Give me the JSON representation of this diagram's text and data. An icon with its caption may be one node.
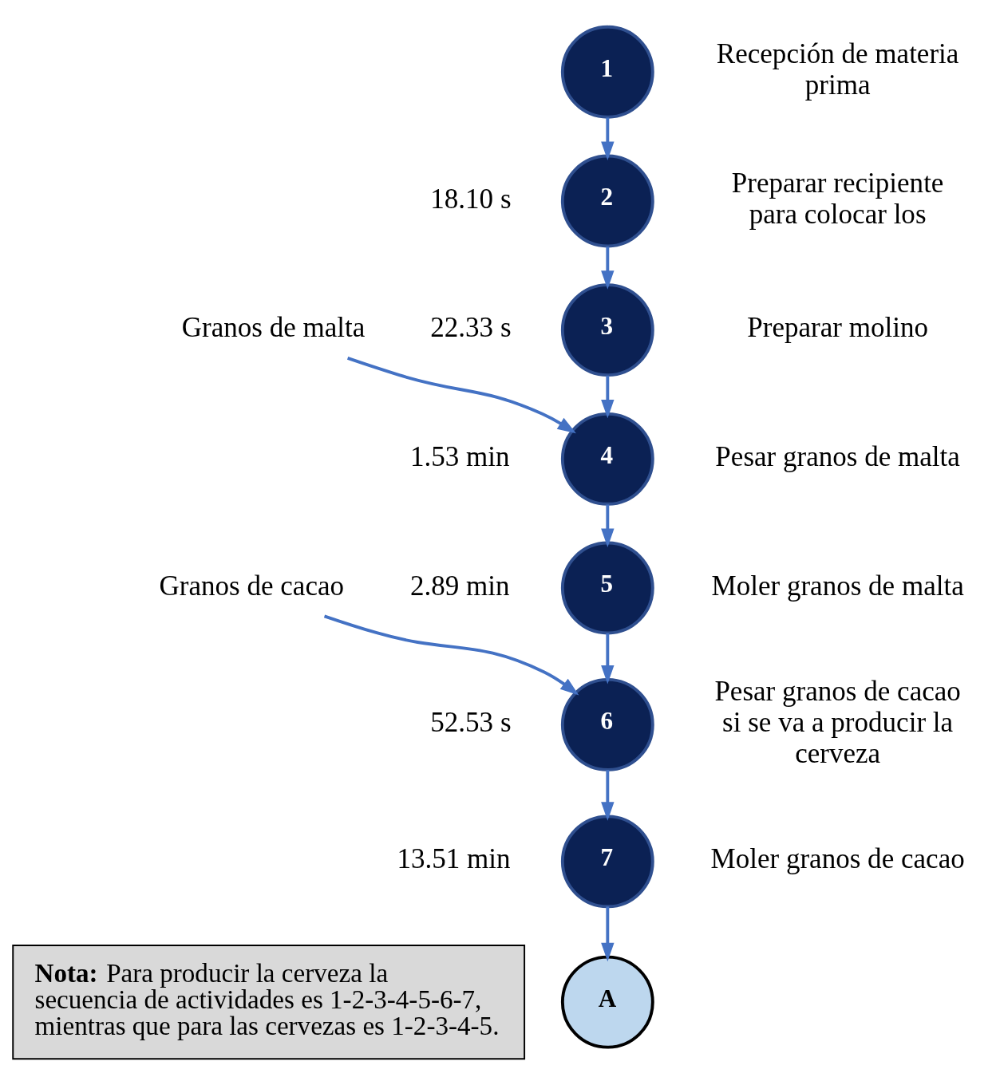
{
  "diagram": {
    "nodes": [
      {
        "text": [
          "Granos de cacao"
        ]
      },
      {
        "text": [
          "Granos de malta"
        ]
      },
      {
        "text": [
          "1"
        ],
        "beside": [
          "Recepción de materia prima"
        ]
      },
      {
        "text": [
          "2"
        ],
        "beside": [
          "18.10 s",
          "Preparar recipiente para colocar los"
        ]
      },
      {
        "text": [
          "3"
        ],
        "beside": [
          "22.33 s",
          "Preparar molino"
        ]
      },
      {
        "text": [
          "4"
        ],
        "beside": [
          "1.53 min",
          "Pesar granos de malta"
        ]
      },
      {
        "text": [
          "5"
        ],
        "beside": [
          "2.89 min",
          "Moler granos de malta"
        ]
      },
      {
        "text": [
          "6"
        ],
        "beside": [
          "52.53 s",
          "Pesar granos de cacao si se va a producir la cerveza"
        ]
      },
      {
        "text": [
          "7"
        ],
        "beside": [
          "13.51 min",
          "Moler granos de cacao"
        ]
      },
      {
        "text": [
          "A"
        ]
      },
      {
        "text": [
          "**Nota:** Para producir la cerveza la secuencia de actividades es 1-2-3-4-5-6-7, mientras que para las cervezas es 1-2-3-4-5."
        ]
      }
    ],
    "edges": [
      {
        "from": 2,
        "to": 3,
        "arrow": "to"
      },
      {
        "from": 3,
        "to": 4,
        "arrow": "to"
      },
      {
        "from": 1,
        "to": 5,
        "arrow": "to"
      },
      {
        "from": 4,
        "to": 5,
        "arrow": "to"
      },
      {
        "from": 5,
        "to": 6,
        "arrow": "to"
      },
      {
        "from": 0,
        "to": 7,
        "arrow": "to"
      },
      {
        "from": 6,
        "to": 7,
        "arrow": "to"
      },
      {
        "from": 7,
        "to": 8,
        "arrow": "to"
      },
      {
        "from": 8,
        "to": 9,
        "arrow": "to"
      }
    ]
  }
}
